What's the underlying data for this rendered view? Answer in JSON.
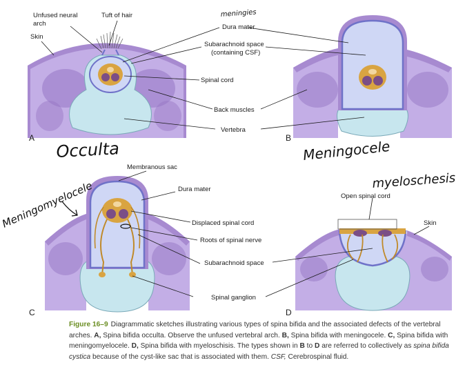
{
  "labels": {
    "unfused_arch": [
      "Unfused neural",
      "arch"
    ],
    "tuft": "Tuft of hair",
    "skin_a": "Skin",
    "meninges_note": "meningies",
    "dura_a": "Dura mater",
    "subarachnoid_a": [
      "Subarachnoid space",
      "(containing CSF)"
    ],
    "spinal_cord": "Spinal cord",
    "back_muscles": "Back muscles",
    "vertebra": "Vertebra",
    "membranous_sac": "Membranous sac",
    "dura_c": "Dura mater",
    "displaced_cord": "Displaced spinal cord",
    "roots": "Roots of spinal nerve",
    "subarachnoid_c": "Subarachnoid space",
    "ganglion": "Spinal ganglion",
    "open_cord": "Open spinal cord",
    "skin_d": "Skin"
  },
  "panels": {
    "a": "A",
    "b": "B",
    "c": "C",
    "d": "D"
  },
  "handwriting": {
    "a": "Occulta",
    "b": "Meningocele",
    "c": "Meningomyelocele",
    "d": "myeloschesis"
  },
  "caption": {
    "label": "Figure 16–9",
    "seg1": "Diagrammatic sketches illustrating various types of spina bifida and the associated defects of the vertebral arches. ",
    "bA": "A,",
    "seg2": " Spina bifida occulta. Observe the unfused vertebral arch. ",
    "bB": "B,",
    "seg3": " Spina bifida with meningocele. ",
    "bC": "C,",
    "seg4": " Spina bifida with meningomyelocele. ",
    "bD": "D,",
    "seg5": " Spina bifida with myeloschisis. The types shown in ",
    "bB2": "B",
    "seg6": " to ",
    "bD2": "D",
    "seg7": " are referred to collectively as ",
    "it1": "spina bifida cystica",
    "seg8": " because of the cyst-like sac that is associated with them. ",
    "it2": "CSF,",
    "seg9": " Cerebrospinal fluid."
  },
  "colors": {
    "skin": "#a78ad0",
    "muscle": "#c3aee6",
    "muscle_dark": "#9676c4",
    "vertebra": "#c7e6ee",
    "csf": "#cfd7f5",
    "dura": "#6f72c8",
    "cord": "#d9a441",
    "cord_dark": "#7b4e86",
    "caption_label": "#6b8e23"
  }
}
